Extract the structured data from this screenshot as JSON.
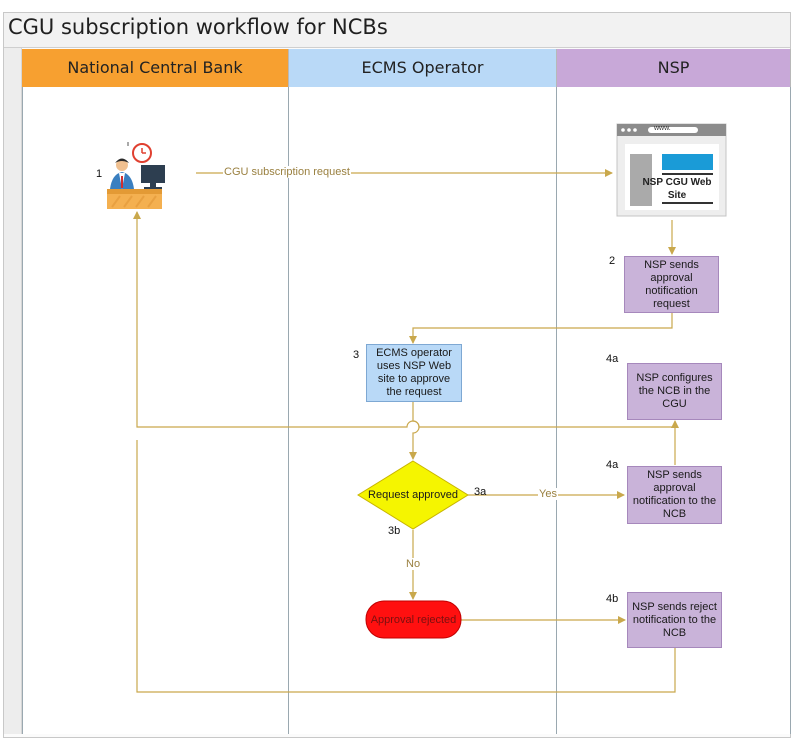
{
  "title": "CGU subscription workflow for NCBs",
  "lanes": {
    "ncb": "National Central Bank",
    "ecms": "ECMS Operator",
    "nsp": "NSP"
  },
  "steps": {
    "step1_num": "1",
    "step2_num": "2",
    "step2_text": "NSP sends approval notification request",
    "step3_num": "3",
    "step3_text": "ECMS operator uses NSP Web site to approve the request",
    "step4a_cfg_num": "4a",
    "step4a_cfg_text": "NSP configures the NCB in the CGU",
    "step3a_num": "3a",
    "step3b_num": "3b",
    "decision_text": "Request approved",
    "step4a_notif_num": "4a",
    "step4a_notif_text": "NSP sends approval notification to the NCB",
    "rejected_text": "Approval rejected",
    "step4b_num": "4b",
    "step4b_text": "NSP sends reject notification to the NCB"
  },
  "website": {
    "url_text": "www.",
    "label": "NSP CGU Web Site"
  },
  "edge_labels": {
    "request": "CGU subscription request",
    "yes": "Yes",
    "no": "No"
  },
  "colors": {
    "ncb_lane": "#f7a030",
    "ecms_lane": "#b9d9f7",
    "nsp_lane": "#c8a8d8",
    "connector": "#c9a84c",
    "decision": "#f5f500",
    "rejected": "#ff1010"
  }
}
